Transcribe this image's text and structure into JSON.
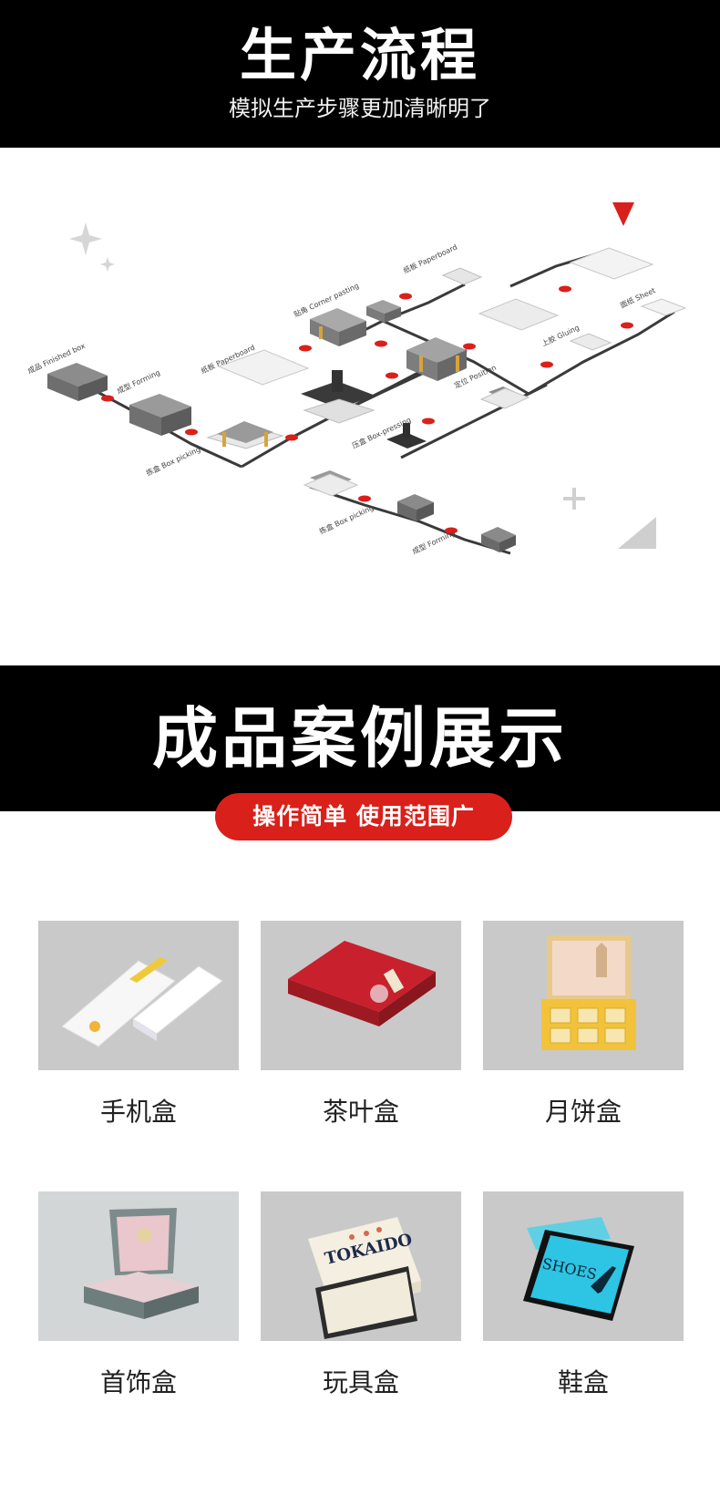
{
  "header": {
    "title": "生产流程",
    "subtitle": "模拟生产步骤更加清晰明了"
  },
  "flow": {
    "labels": [
      "成品 Finished box",
      "成型 Forming",
      "拣盒 Box picking",
      "纸板 Paperboard",
      "贴角 Corner pasting",
      "纸板 Paperboard",
      "定位 Position",
      "压盒 Box-pressing",
      "上胶 Gluing",
      "面纸 Sheet",
      "拣盒 Box picking",
      "成型 Forming"
    ],
    "colors": {
      "accent": "#d9201a",
      "box": "#8c8c8c",
      "line": "#3a3a3a"
    }
  },
  "cases": {
    "title": "成品案例展示",
    "tagline": "操作简单 使用范围广",
    "items": [
      {
        "label": "手机盒",
        "icon": "phone-box-photo"
      },
      {
        "label": "茶叶盒",
        "icon": "tea-box-photo"
      },
      {
        "label": "月饼盒",
        "icon": "mooncake-box-photo"
      },
      {
        "label": "首饰盒",
        "icon": "jewelry-box-photo"
      },
      {
        "label": "玩具盒",
        "icon": "toy-box-photo"
      },
      {
        "label": "鞋盒",
        "icon": "shoe-box-photo"
      }
    ],
    "toy_box_text": "TOKAIDO",
    "shoe_box_text": "SHOES"
  }
}
